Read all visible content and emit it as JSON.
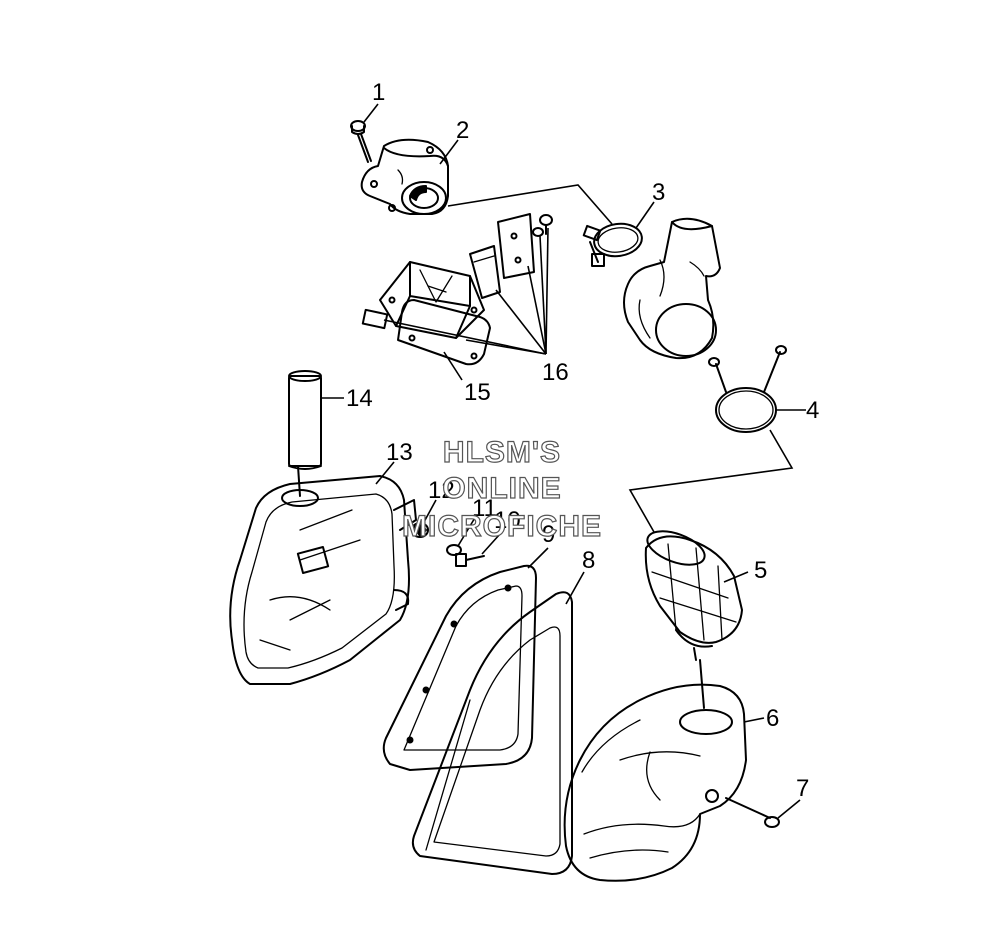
{
  "callouts": {
    "c1": "1",
    "c2": "2",
    "c3": "3",
    "c4": "4",
    "c5": "5",
    "c6": "6",
    "c7": "7",
    "c8": "8",
    "c9": "9",
    "c10": "10",
    "c11": "11",
    "c12": "12",
    "c13": "13",
    "c14": "14",
    "c15": "15",
    "c16": "16"
  },
  "watermark": {
    "line1": "HLSM'S",
    "line2": "ONLINE",
    "line3": "MICROFICHE"
  },
  "colors": {
    "line": "#000000",
    "background": "#ffffff",
    "watermark_outline": "#555555"
  }
}
